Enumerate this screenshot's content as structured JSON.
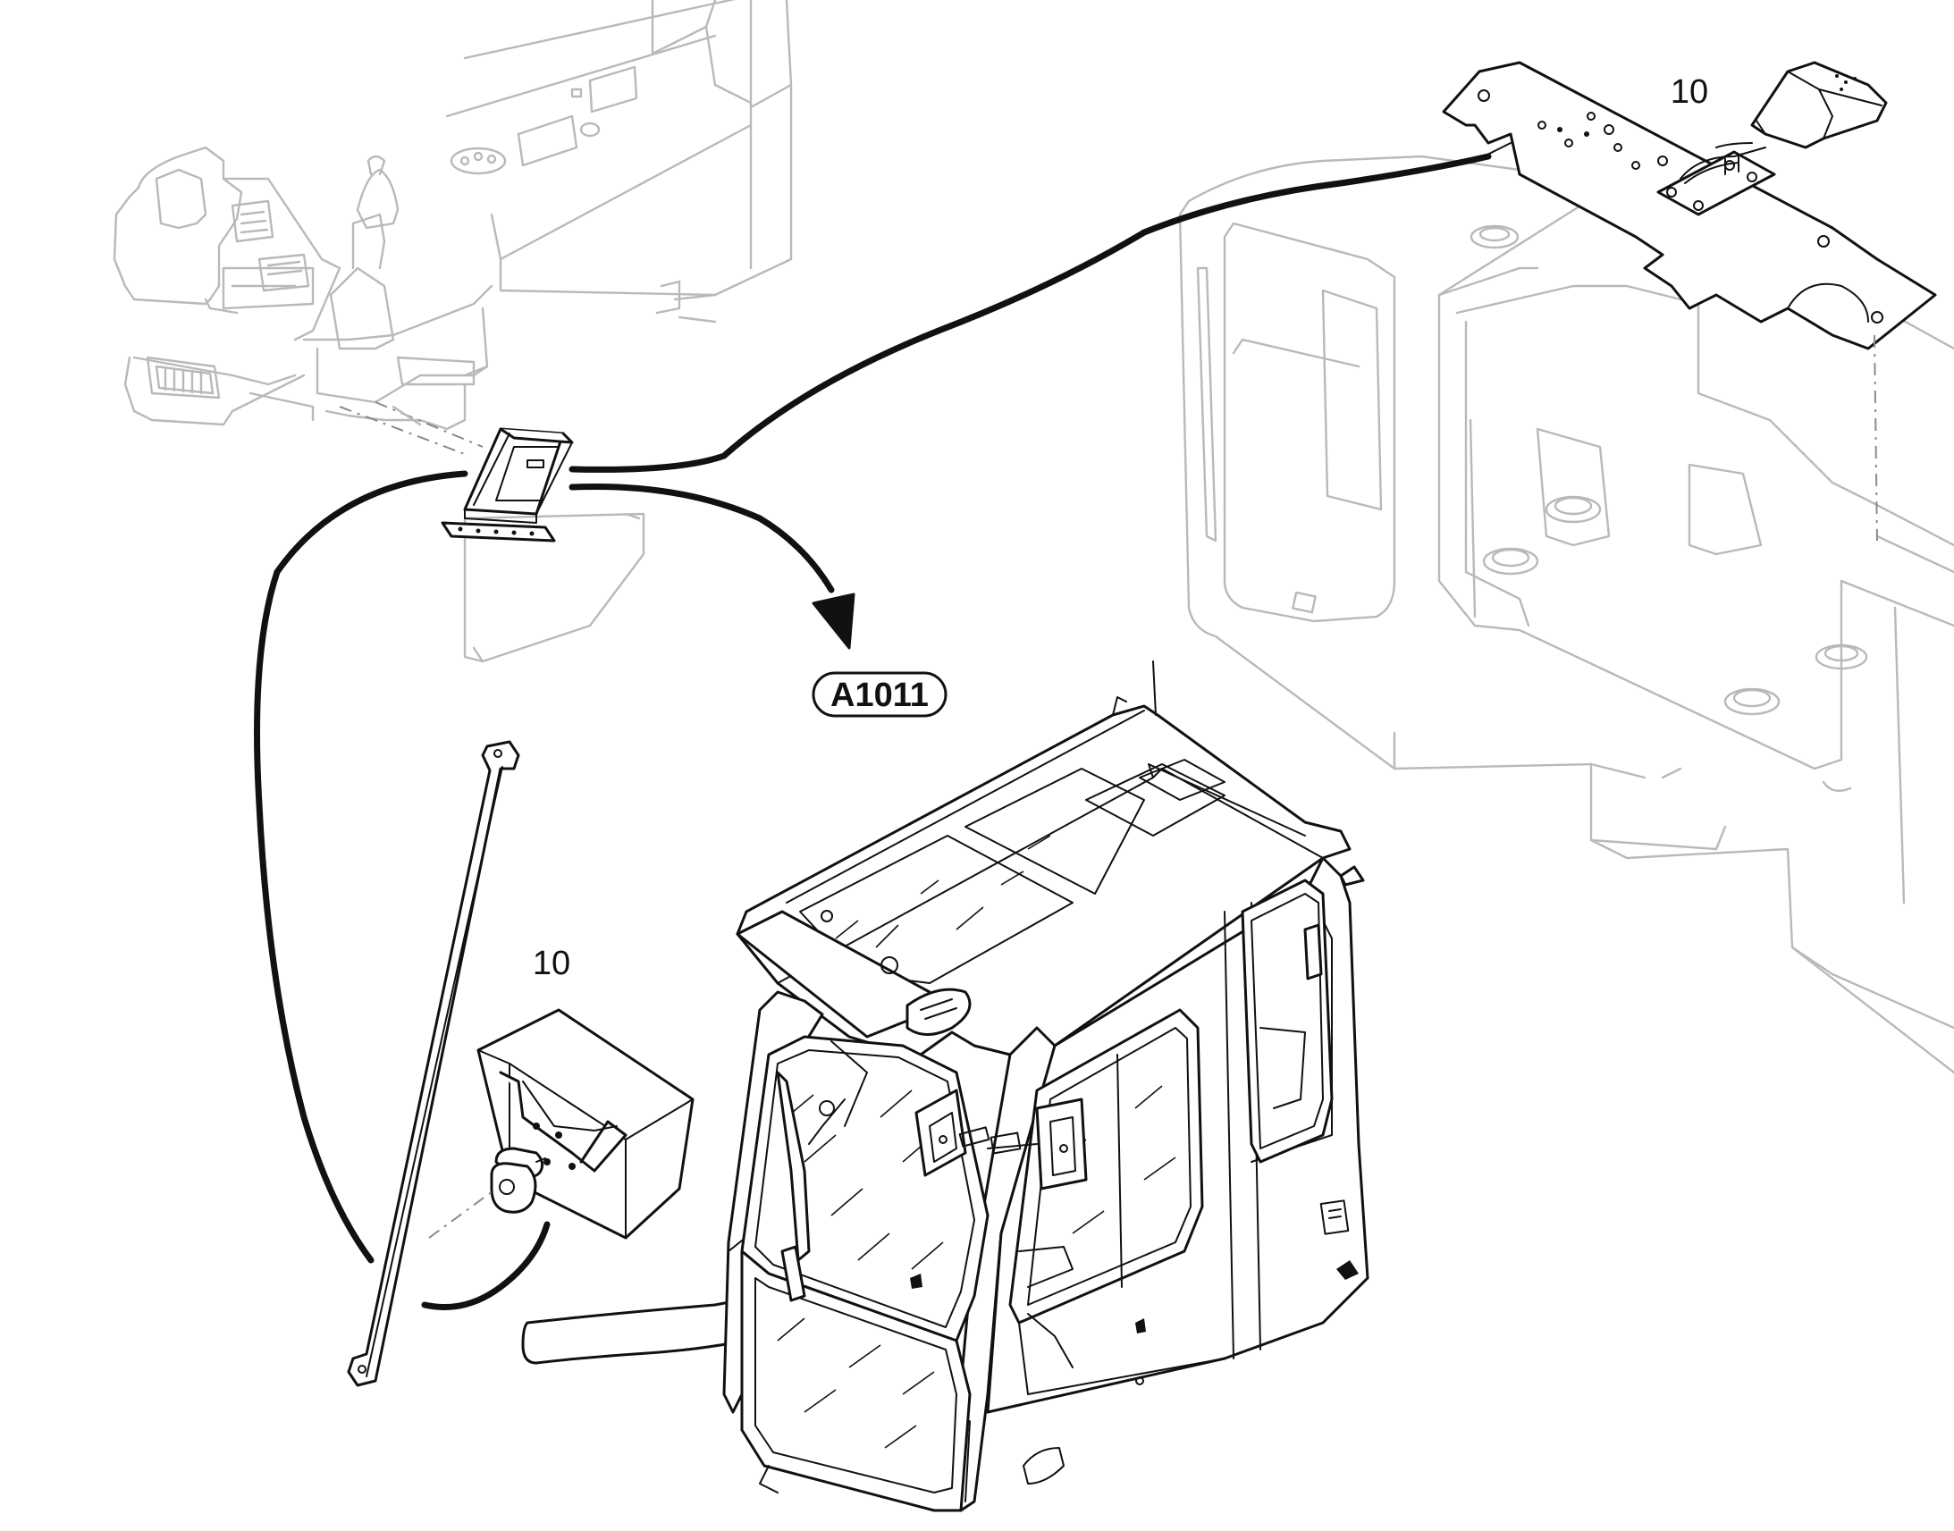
{
  "callouts": {
    "top_right": "10",
    "left": "10"
  },
  "reference": {
    "label": "A1011"
  },
  "parts": {
    "top_console": "operator-console",
    "floor_plate": "floor-plate-with-pedal",
    "connector": "connector-box",
    "cab": "operator-cab",
    "upper_frame": "upper-frame",
    "mirror_bracket": "mirror-bracket",
    "wiper_motor": "wiper-motor-box"
  }
}
